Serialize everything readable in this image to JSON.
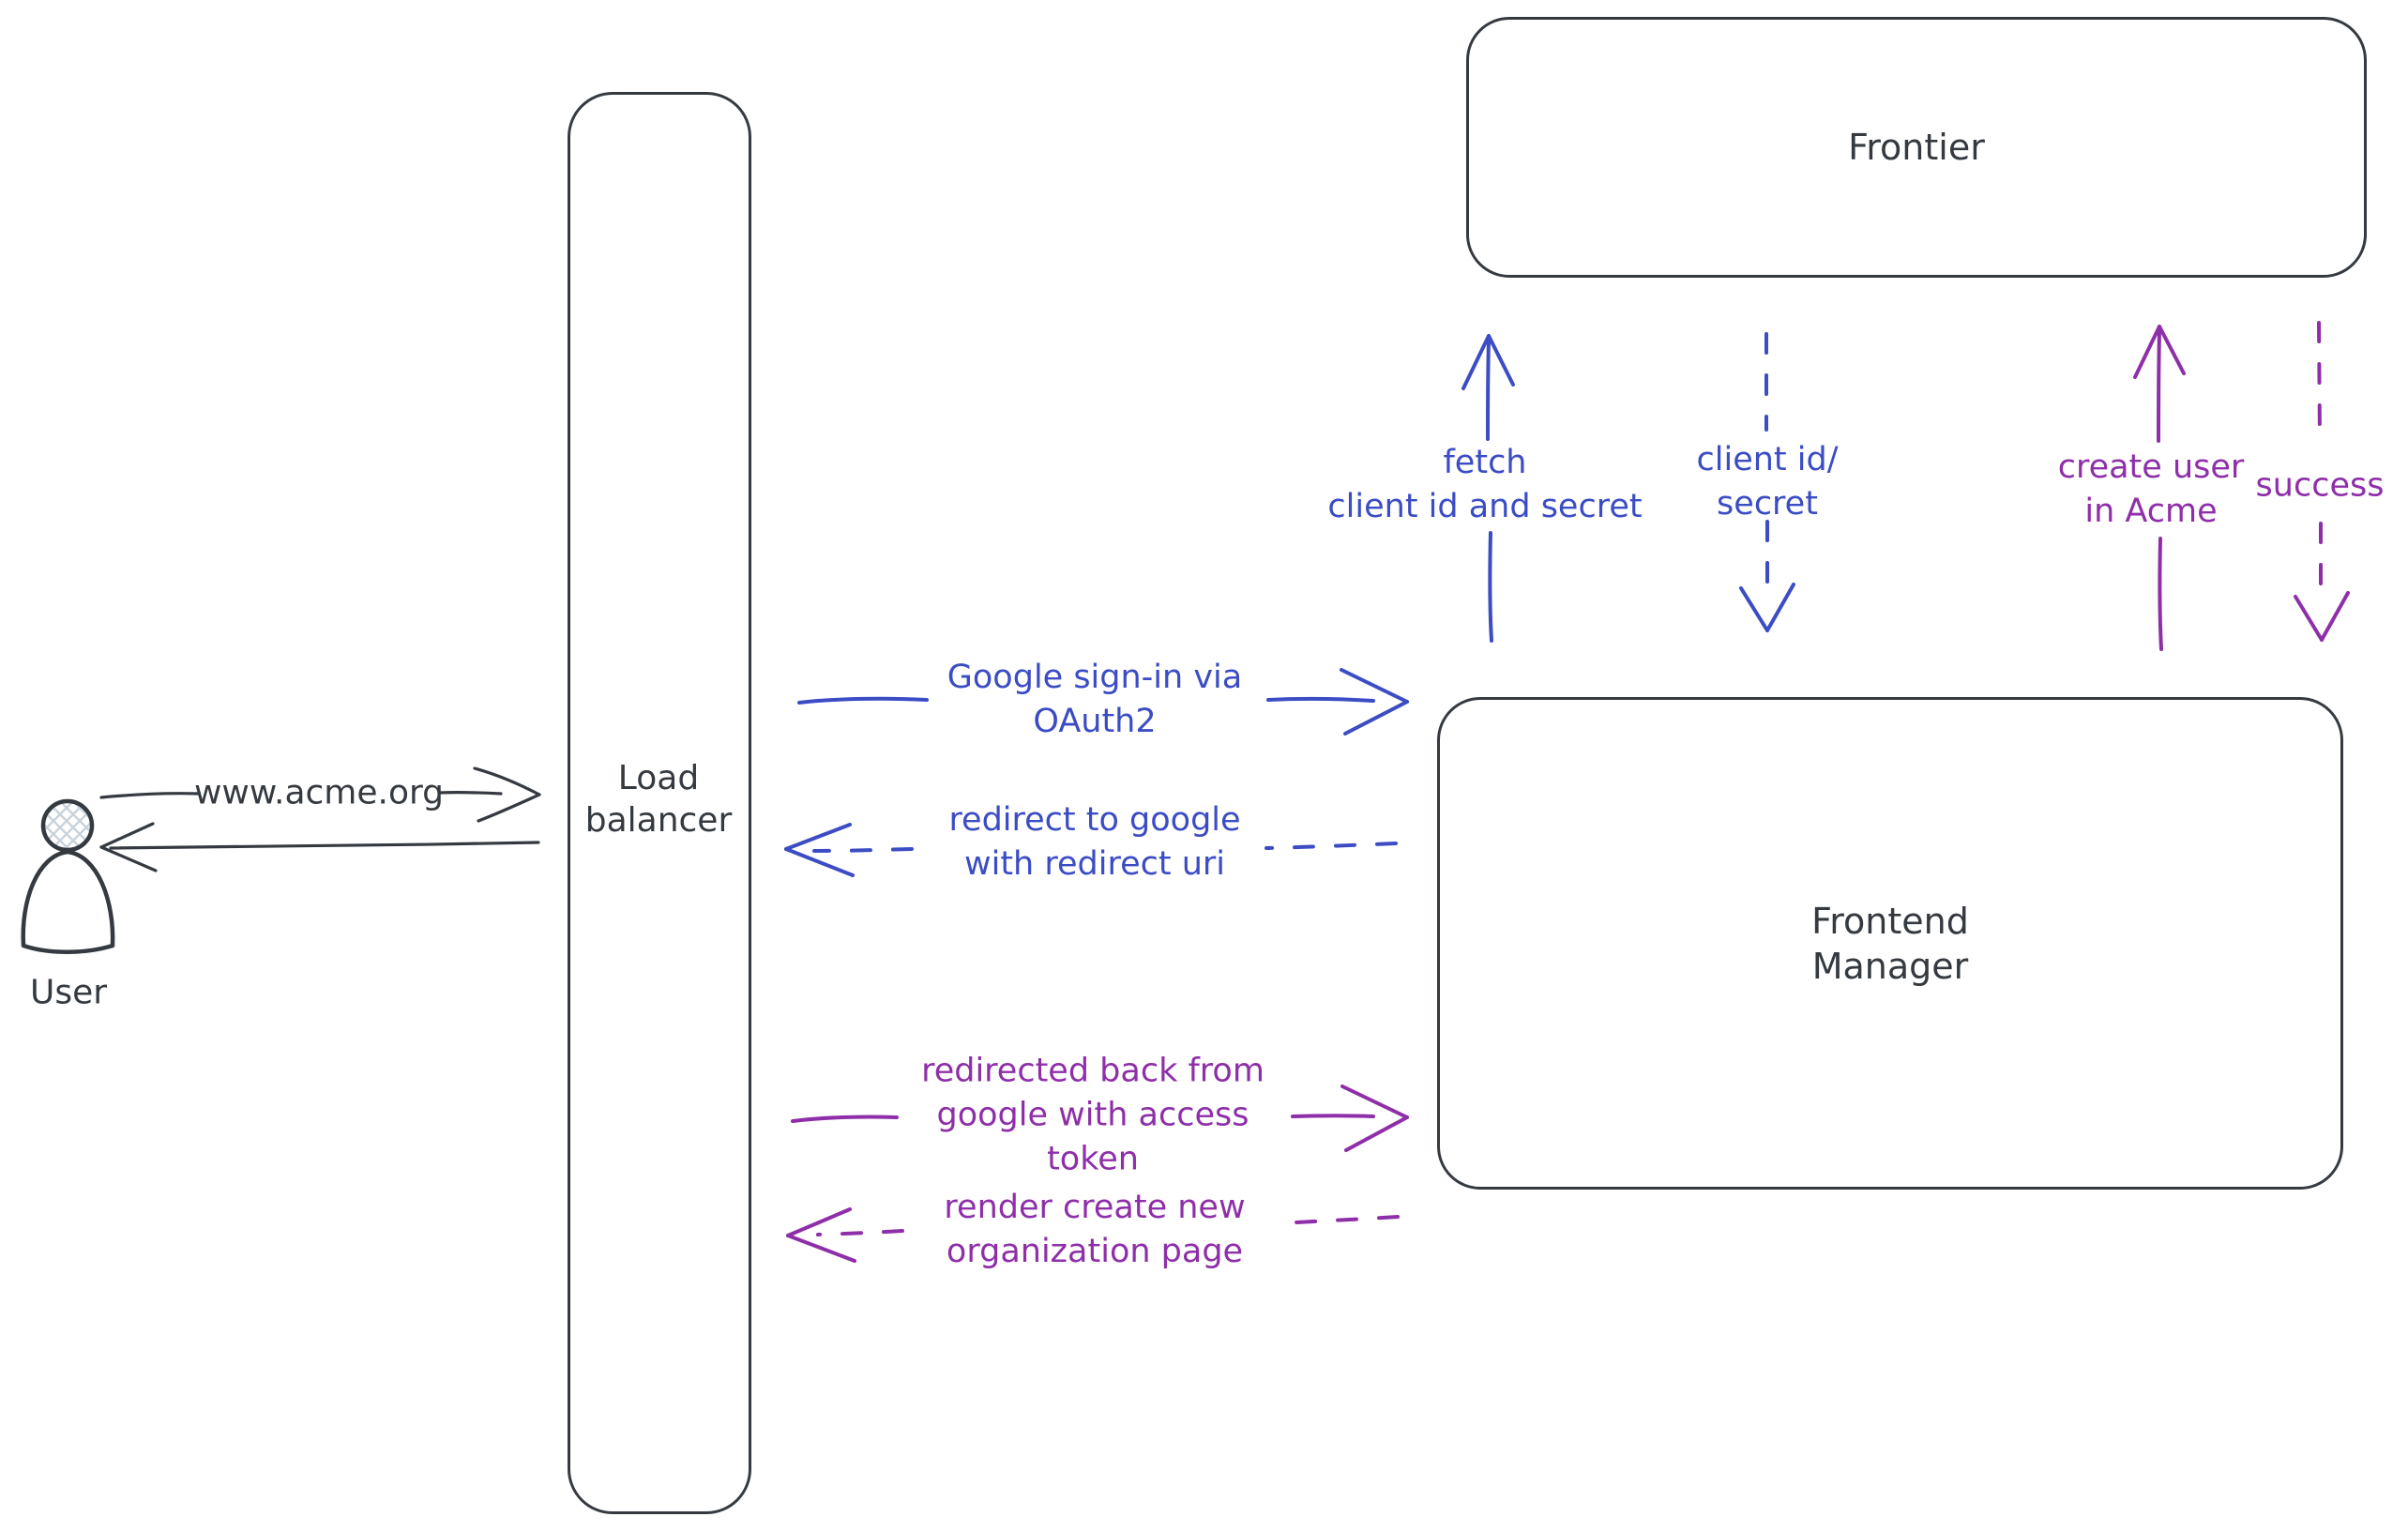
{
  "colors": {
    "ink": "#343a40",
    "blue": "#3b4cc4",
    "purple": "#8e2fa9",
    "hatch": "#c9d3dc",
    "bg": "#ffffff"
  },
  "actors": {
    "user": {
      "label": "User"
    },
    "load_balancer": {
      "line1": "Load",
      "line2": "balancer"
    },
    "frontier": {
      "label": "Frontier"
    },
    "frontend_manager": {
      "line1": "Frontend",
      "line2": "Manager"
    }
  },
  "flows": {
    "www": {
      "label": "www.acme.org"
    },
    "google_signin": {
      "line1": "Google sign-in via",
      "line2": "OAuth2"
    },
    "redirect": {
      "line1": "redirect to google",
      "line2": "with redirect uri"
    },
    "fetch_creds": {
      "line1": "fetch",
      "line2": "client id and secret"
    },
    "client_creds": {
      "line1": "client id/",
      "line2": "secret"
    },
    "create_user": {
      "line1": "create user",
      "line2": "in Acme"
    },
    "success": {
      "label": "success"
    },
    "redirected_back": {
      "line1": "redirected back from",
      "line2": "google with access",
      "line3": "token"
    },
    "render_page": {
      "line1": "render create new",
      "line2": "organization page"
    }
  }
}
